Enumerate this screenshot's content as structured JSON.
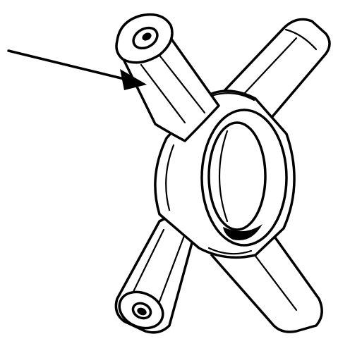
{
  "figure": {
    "subject": "differential-spider-cross",
    "arms": 4,
    "pointer": "arrow-to-upper-left-arm"
  }
}
